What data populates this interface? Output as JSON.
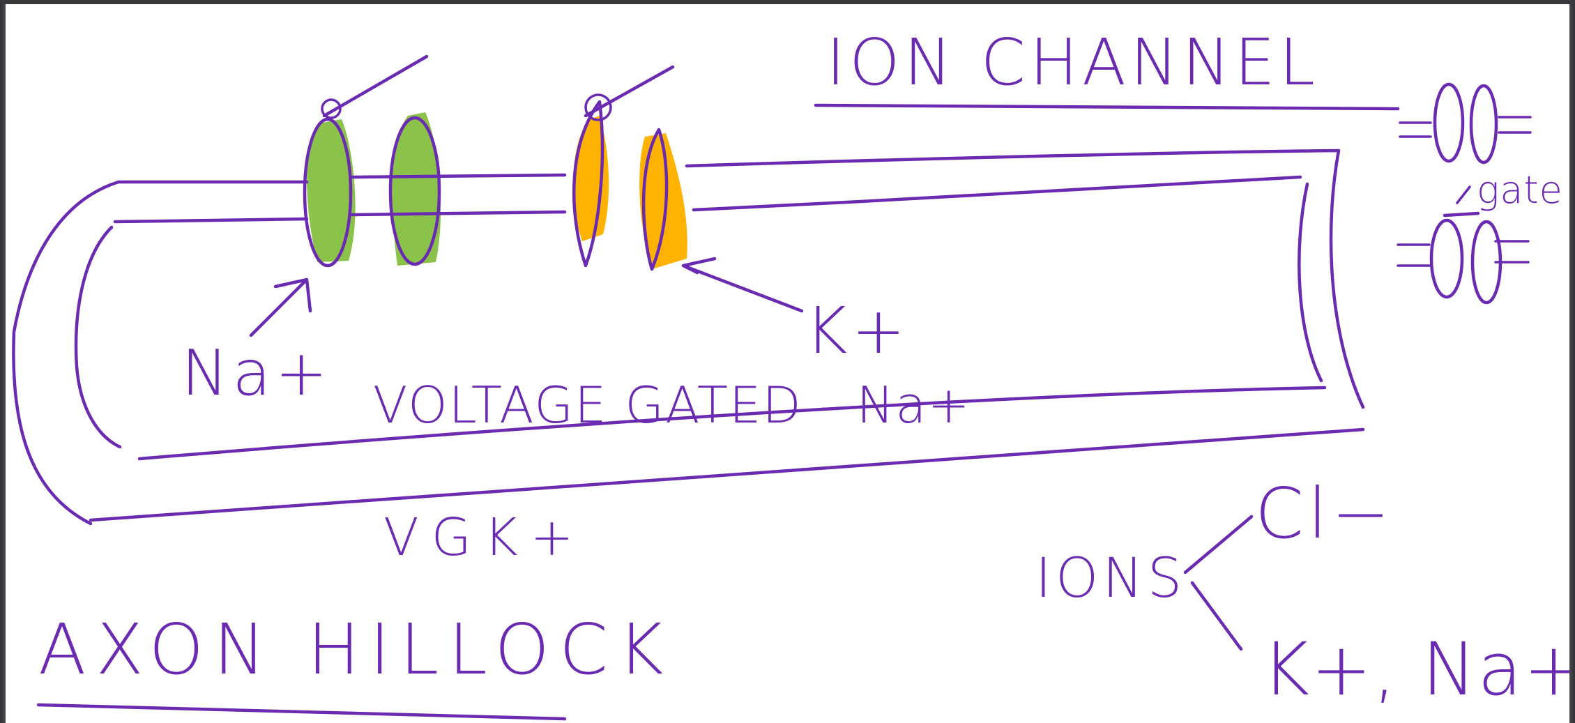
{
  "colors": {
    "ink": "#6a2bb2",
    "na_channel_fill": "#8bc34a",
    "k_channel_fill": "#ffb300",
    "background": "#ffffff",
    "frame": "#3a3a3d"
  },
  "labels": {
    "ion_channel_title": "ION CHANNEL",
    "gate": "gate",
    "na_plus": "Na+",
    "k_plus": "K+",
    "voltage_gated": "VOLTAGE GATED - Na+",
    "vgk": "VGK+",
    "axon_hillock": "AXON HILLOCK",
    "ions": "IONS",
    "cl_minus": "Cl−",
    "k_na": "K+, Na+"
  }
}
